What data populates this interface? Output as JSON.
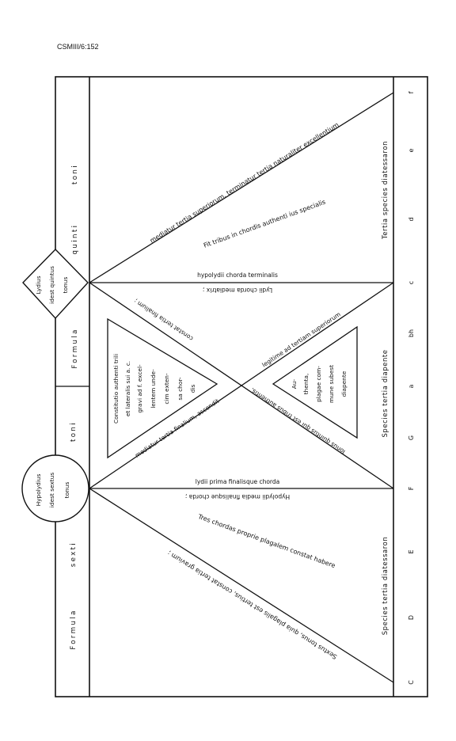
{
  "reference": "CSMIII/6:152",
  "left_column": {
    "upper": [
      "Formula",
      "quinti",
      "toni"
    ],
    "lower": [
      "Formula",
      "sexti",
      "toni"
    ]
  },
  "diamond_label": [
    "Lydius",
    "idest quintus",
    "tonus"
  ],
  "circle_label": [
    "Hypolydius",
    "idest sextus",
    "tonus"
  ],
  "diagonal_texts": {
    "upper_diag": "mediatur tertia superiorum, terminatur tertia naturaliter excellentium",
    "upper_mid": "Fit tribus in chordis authenti ius specialis",
    "terminal_line": "hypolydii chorda terminalis",
    "terminal_line_inverted": "Lydii chorda mediatrix ;",
    "x_upper_diag": "legitime ad tertiam superiorum",
    "x_lower_diag": "mediatur tertia finalium, ascendit",
    "x_inverted_upper": "constat tertia finalium ;",
    "x_inverted_mid": "Tonus quintus qui est tribus authentis,",
    "final_line": "lydii prima finalisque chorda",
    "final_line_inverted": "Hypolydii media finalisque chorda ;",
    "lower_mid": "Tres chordas proprie plagalem constat habere",
    "lower_diag_inverted": "Sextus tonus, quia plagalis est tertius, constat tertia gravium ;"
  },
  "left_triangle": [
    "Constitutio authenti trili",
    "et lateralis sui a. c.",
    "gravi ad f. excel-",
    "lentem unde-",
    "cim exten-",
    "sa chor-",
    "dis"
  ],
  "right_triangle": [
    "Au-",
    "thenta,",
    "plagae com-",
    "mune subest",
    "diapente"
  ],
  "species_labels": {
    "top": "Tertia species diatessaron",
    "middle": "Species tertia diapente",
    "bottom": "Species tertia diatessaron"
  },
  "notes": [
    "f",
    "e",
    "d",
    "c",
    "bh",
    "a",
    "G",
    "F",
    "E",
    "D",
    "C"
  ]
}
